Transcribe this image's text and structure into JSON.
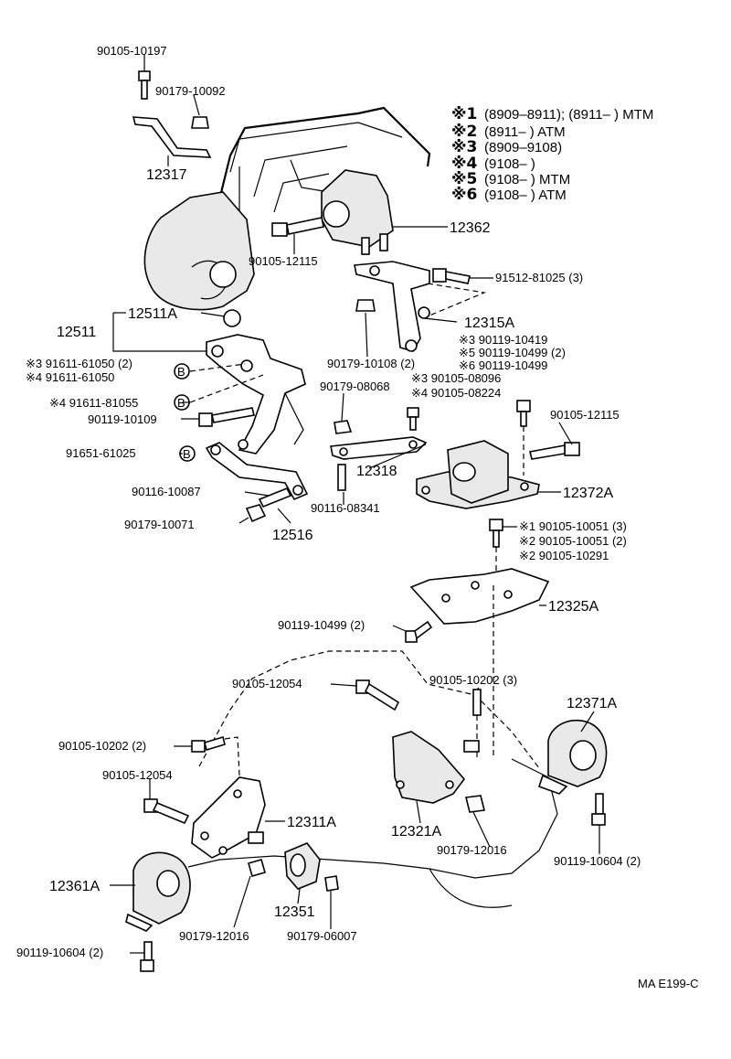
{
  "legend": [
    {
      "mark": "※1",
      "text": "(8909–8911); (8911–        ) MTM"
    },
    {
      "mark": "※2",
      "text": "(8911–           ) ATM"
    },
    {
      "mark": "※3",
      "text": "(8909–9108)"
    },
    {
      "mark": "※4",
      "text": "(9108–           )"
    },
    {
      "mark": "※5",
      "text": "(9108–           ) MTM"
    },
    {
      "mark": "※6",
      "text": "(9108–           ) ATM"
    }
  ],
  "labels": [
    {
      "id": "l-90105-10197",
      "text": "90105-10197"
    },
    {
      "id": "l-90179-10092",
      "text": "90179-10092"
    },
    {
      "id": "l-12317",
      "text": "12317"
    },
    {
      "id": "l-12362",
      "text": "12362"
    },
    {
      "id": "l-90105-12115a",
      "text": "90105-12115"
    },
    {
      "id": "l-91512-81025",
      "text": "91512-81025 (3)"
    },
    {
      "id": "l-12511A",
      "text": "12511A"
    },
    {
      "id": "l-12511",
      "text": "12511"
    },
    {
      "id": "l-12315A",
      "text": "12315A"
    },
    {
      "id": "l-90179-10108",
      "text": "90179-10108 (2)"
    },
    {
      "id": "l-90119-10419",
      "text": "※3  90119-10419"
    },
    {
      "id": "l-90119-10499a",
      "text": "※5  90119-10499 (2)"
    },
    {
      "id": "l-90119-10499b",
      "text": "※6  90119-10499"
    },
    {
      "id": "l-91611-61050a",
      "text": "※3  91611-61050 (2)"
    },
    {
      "id": "l-91611-61050b",
      "text": "※4  91611-61050"
    },
    {
      "id": "l-90179-08068",
      "text": "90179-08068"
    },
    {
      "id": "l-90105-08096",
      "text": "※3 90105-08096"
    },
    {
      "id": "l-90105-08224",
      "text": "※4 90105-08224"
    },
    {
      "id": "l-91611-81055",
      "text": "※4  91611-81055"
    },
    {
      "id": "l-90119-10109",
      "text": "90119-10109"
    },
    {
      "id": "l-90105-12115b",
      "text": "90105-12115"
    },
    {
      "id": "l-91651-61025",
      "text": "91651-61025"
    },
    {
      "id": "l-12318",
      "text": "12318"
    },
    {
      "id": "l-12372A",
      "text": "12372A"
    },
    {
      "id": "l-90116-10087",
      "text": "90116-10087"
    },
    {
      "id": "l-90116-08341",
      "text": "90116-08341"
    },
    {
      "id": "l-90179-10071",
      "text": "90179-10071"
    },
    {
      "id": "l-12516",
      "text": "12516"
    },
    {
      "id": "l-90105-10051a",
      "text": "※1 90105-10051 (3)"
    },
    {
      "id": "l-90105-10051b",
      "text": "※2 90105-10051 (2)"
    },
    {
      "id": "l-90105-10291",
      "text": "※2 90105-10291"
    },
    {
      "id": "l-12325A",
      "text": "12325A"
    },
    {
      "id": "l-90119-10499c",
      "text": "90119-10499 (2)"
    },
    {
      "id": "l-90105-12054a",
      "text": "90105-12054"
    },
    {
      "id": "l-90105-10202a",
      "text": "90105-10202 (3)"
    },
    {
      "id": "l-12371A",
      "text": "12371A"
    },
    {
      "id": "l-90105-10202b",
      "text": "90105-10202 (2)"
    },
    {
      "id": "l-90105-12054b",
      "text": "90105-12054"
    },
    {
      "id": "l-12311A",
      "text": "12311A"
    },
    {
      "id": "l-12321A",
      "text": "12321A"
    },
    {
      "id": "l-90179-12016a",
      "text": "90179-12016"
    },
    {
      "id": "l-12361A",
      "text": "12361A"
    },
    {
      "id": "l-90119-10604a",
      "text": "90119-10604 (2)"
    },
    {
      "id": "l-12351",
      "text": "12351"
    },
    {
      "id": "l-90179-12016b",
      "text": "90179-12016"
    },
    {
      "id": "l-90179-06007",
      "text": "90179-06007"
    },
    {
      "id": "l-90119-10604b",
      "text": "90119-10604 (2)"
    },
    {
      "id": "l-code",
      "text": "MA E199-C"
    }
  ]
}
